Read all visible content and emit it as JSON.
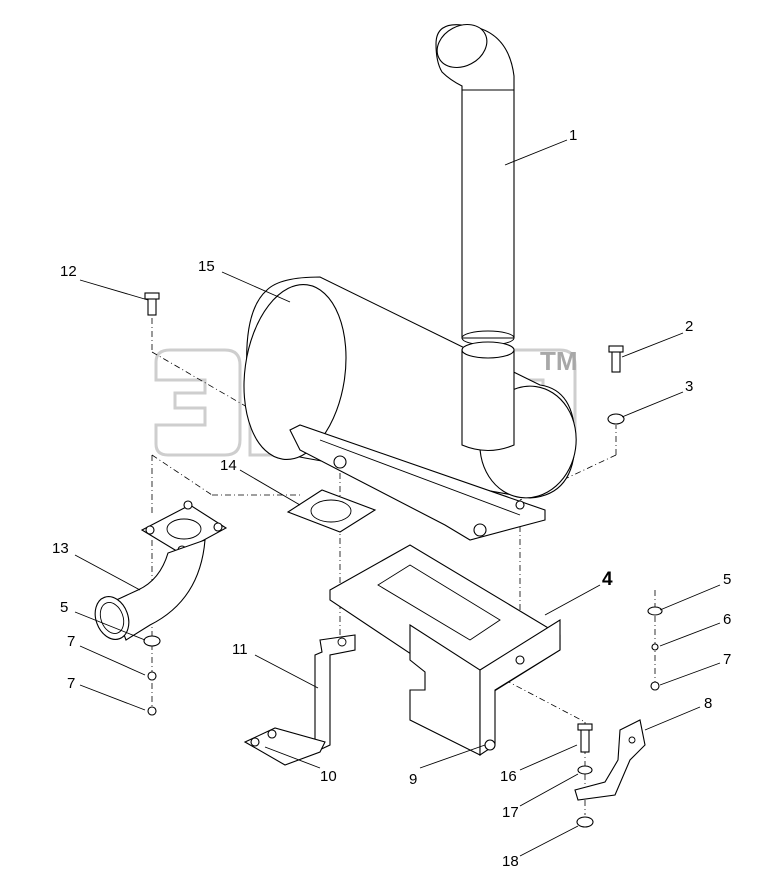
{
  "watermark": {
    "mark": "TM"
  },
  "callouts": [
    {
      "id": "c1",
      "label": "1"
    },
    {
      "id": "c2",
      "label": "2"
    },
    {
      "id": "c3",
      "label": "3"
    },
    {
      "id": "c4",
      "label": "4"
    },
    {
      "id": "c5a",
      "label": "5"
    },
    {
      "id": "c5b",
      "label": "5"
    },
    {
      "id": "c6",
      "label": "6"
    },
    {
      "id": "c7a",
      "label": "7"
    },
    {
      "id": "c7b",
      "label": "7"
    },
    {
      "id": "c7c",
      "label": "7"
    },
    {
      "id": "c8",
      "label": "8"
    },
    {
      "id": "c9",
      "label": "9"
    },
    {
      "id": "c10",
      "label": "10"
    },
    {
      "id": "c11",
      "label": "11"
    },
    {
      "id": "c12",
      "label": "12"
    },
    {
      "id": "c13",
      "label": "13"
    },
    {
      "id": "c14",
      "label": "14"
    },
    {
      "id": "c15",
      "label": "15"
    },
    {
      "id": "c16",
      "label": "16"
    },
    {
      "id": "c17",
      "label": "17"
    },
    {
      "id": "c18",
      "label": "18"
    }
  ]
}
